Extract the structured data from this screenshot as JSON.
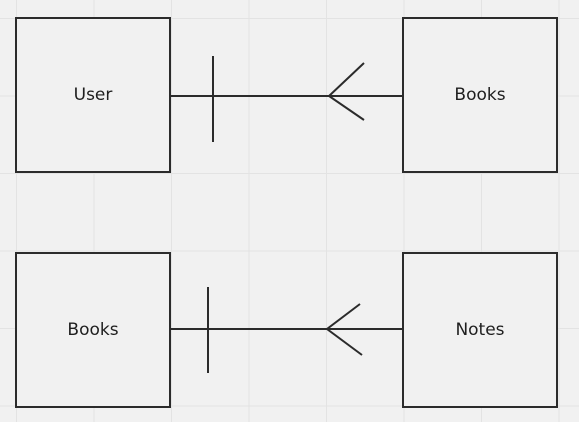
{
  "diagram": {
    "stroke_color": "#2b2b2b",
    "background_color": "#f1f1f1",
    "grid_color": "#e3e3e3",
    "entities": [
      {
        "id": "user",
        "label": "User"
      },
      {
        "id": "books_top",
        "label": "Books"
      },
      {
        "id": "books_bottom",
        "label": "Books"
      },
      {
        "id": "notes",
        "label": "Notes"
      }
    ],
    "relationships": [
      {
        "from": "user",
        "to": "books_top",
        "from_cardinality": "one",
        "to_cardinality": "many"
      },
      {
        "from": "books_bottom",
        "to": "notes",
        "from_cardinality": "one",
        "to_cardinality": "many"
      }
    ]
  }
}
